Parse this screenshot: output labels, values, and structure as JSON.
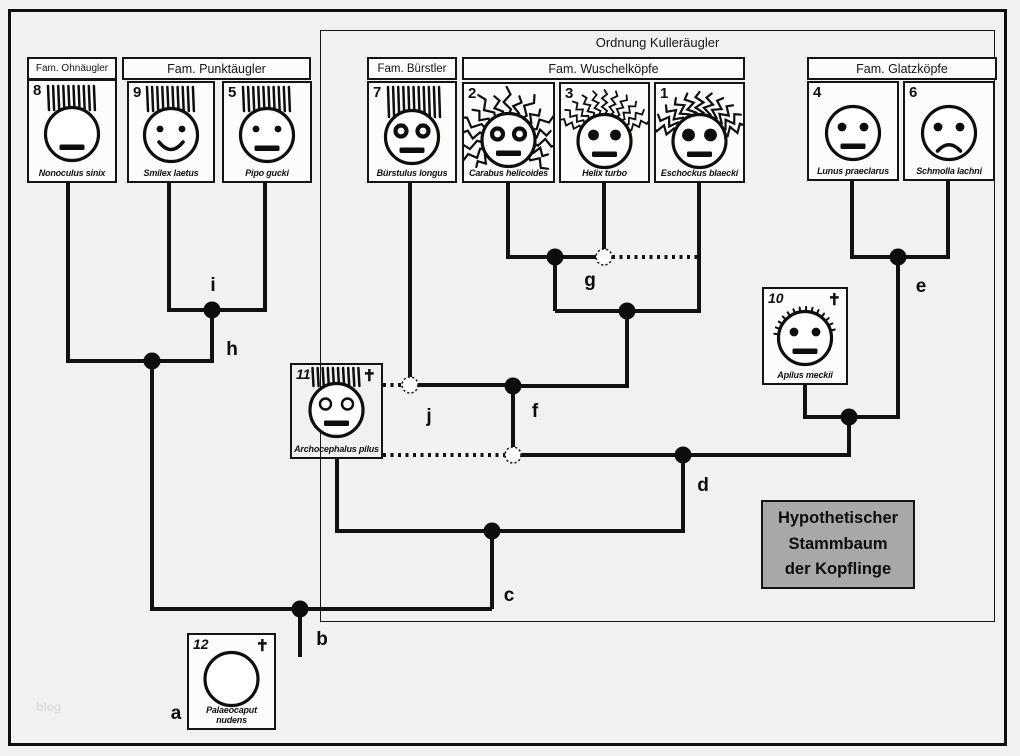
{
  "diagram": {
    "ordnung_label": "Ordnung Kulleräugler",
    "watermark": "blog",
    "dagger": "✝",
    "title_box": {
      "line1": "Hypothetischer",
      "line2": "Stammbaum",
      "line3": "der Kopflinge"
    },
    "families": {
      "ohnaeugler": "Fam. Ohnäugler",
      "punktaeugler": "Fam. Punktäugler",
      "buerstler": "Fam. Bürstler",
      "wuschelkoepfe": "Fam. Wuschelköpfe",
      "glatzkoepfe": "Fam. Glatzköpfe"
    },
    "nodes": {
      "a": "a",
      "b": "b",
      "c": "c",
      "d": "d",
      "e": "e",
      "f": "f",
      "g": "g",
      "h": "h",
      "i": "i",
      "j": "j"
    },
    "taxa": {
      "t8": {
        "num": "8",
        "name": "Nonoculus sinix",
        "extinct": false,
        "face": {
          "hair": "brush",
          "eyes": "none",
          "mouth": "straight"
        }
      },
      "t9": {
        "num": "9",
        "name": "Smilex laetus",
        "extinct": false,
        "face": {
          "hair": "brush",
          "eyes": "dot-s",
          "mouth": "smile"
        }
      },
      "t5": {
        "num": "5",
        "name": "Pipo gucki",
        "extinct": false,
        "face": {
          "hair": "brush",
          "eyes": "dot-s",
          "mouth": "straight"
        }
      },
      "t7": {
        "num": "7",
        "name": "Bürstulus longus",
        "extinct": false,
        "face": {
          "hair": "brush-long",
          "eyes": "ring",
          "mouth": "straight"
        }
      },
      "t2": {
        "num": "2",
        "name": "Carabus helicoides",
        "extinct": false,
        "face": {
          "hair": "wild",
          "eyes": "ring",
          "mouth": "straight"
        }
      },
      "t3": {
        "num": "3",
        "name": "Helix turbo",
        "extinct": false,
        "face": {
          "hair": "wavy",
          "eyes": "dot-l",
          "mouth": "straight"
        }
      },
      "t1": {
        "num": "1",
        "name": "Eschockus blaecki",
        "extinct": false,
        "face": {
          "hair": "zigzag",
          "eyes": "dot-xl",
          "mouth": "straight"
        }
      },
      "t4": {
        "num": "4",
        "name": "Lunus praeclarus",
        "extinct": false,
        "face": {
          "hair": "none",
          "eyes": "dot-m",
          "mouth": "straight"
        }
      },
      "t6": {
        "num": "6",
        "name": "Schmolla lachni",
        "extinct": false,
        "face": {
          "hair": "none",
          "eyes": "dot-m",
          "mouth": "frown"
        }
      },
      "t10": {
        "num": "10",
        "name": "Apilus meckii",
        "extinct": true,
        "face": {
          "hair": "stubble",
          "eyes": "dot-m",
          "mouth": "straight"
        }
      },
      "t11": {
        "num": "11",
        "name": "Archocephalus pilus",
        "extinct": true,
        "face": {
          "hair": "brush",
          "eyes": "open",
          "mouth": "straight"
        }
      },
      "t12": {
        "num": "12",
        "name": "Palaeocaput nudens",
        "extinct": true,
        "face": {
          "hair": "none",
          "eyes": "none",
          "mouth": "none"
        }
      }
    },
    "colors": {
      "line": "#111111",
      "box_bg": "#fcfcfb",
      "title_box_bg": "#a8a8a8",
      "background": "#f1f1f0"
    }
  }
}
